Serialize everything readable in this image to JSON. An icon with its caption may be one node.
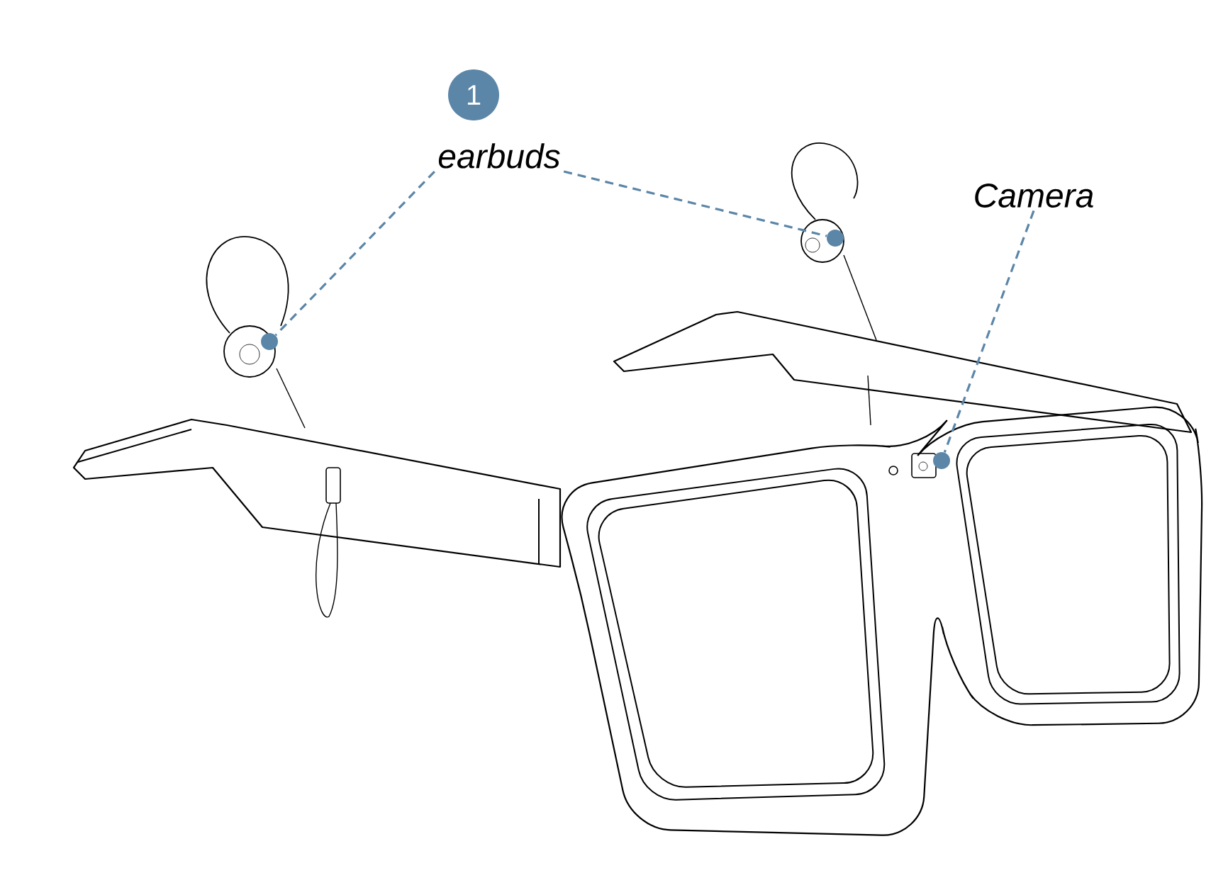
{
  "diagram": {
    "nodes": [
      {
        "text": [
          "1"
        ]
      },
      {
        "text": [
          "earbuds"
        ]
      },
      {
        "text": [],
        "shape": "circle"
      },
      {
        "text": [],
        "shape": "circle"
      },
      {
        "text": [
          "Camera"
        ]
      },
      {
        "text": [],
        "shape": "circle"
      }
    ],
    "edges": [
      {
        "from": 1,
        "to": 2,
        "arrow": "none",
        "style": "dashed"
      },
      {
        "from": 1,
        "to": 3,
        "arrow": "none",
        "style": "dashed"
      },
      {
        "from": 4,
        "to": 5,
        "arrow": "none",
        "style": "dashed"
      }
    ]
  }
}
